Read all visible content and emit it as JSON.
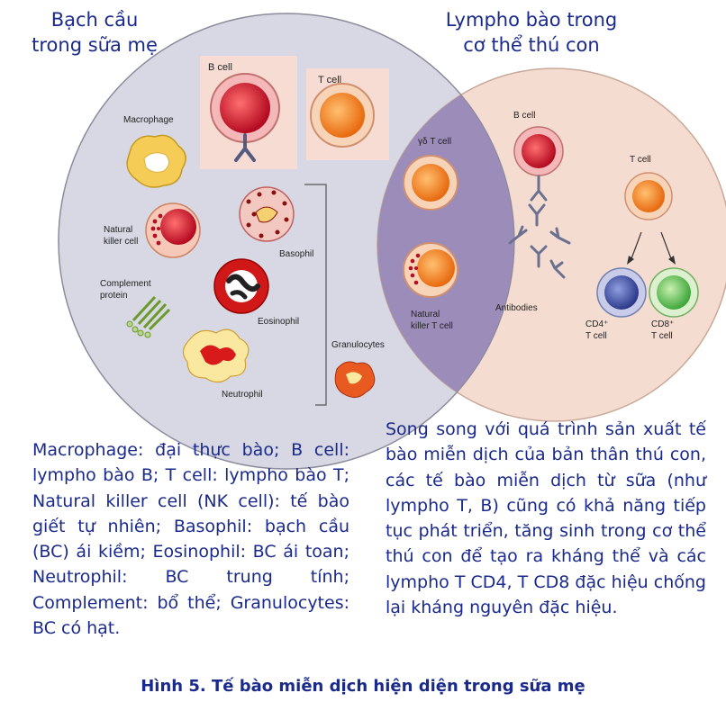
{
  "left_title": "Bạch cầu\ntrong sữa mẹ",
  "right_title": "Lympho bào trong\ncơ thể thú con",
  "left_cells": {
    "b_cell": "B cell",
    "t_cell": "T cell",
    "macrophage": "Macrophage",
    "nk_cell": "Natural\nkiller cell",
    "basophil": "Basophil",
    "complement": "Complement\nprotein",
    "eosinophil": "Eosinophil",
    "granulocytes": "Granulocytes",
    "neutrophil": "Neutrophil"
  },
  "overlap_cells": {
    "gd_t_cell": "γδ T cell",
    "nk_t_cell": "Natural\nkiller T cell"
  },
  "right_cells": {
    "b_cell": "B cell",
    "t_cell": "T cell",
    "antibodies": "Antibodies",
    "cd4": "CD4⁺\nT cell",
    "cd8": "CD8⁺\nT cell"
  },
  "left_description": "Macrophage: đại thực bào; B cell: lympho bào B; T cell: lympho bào T; Natural killer cell (NK cell): tế bào giết tự nhiên; Basophil: bạch cầu (BC) ái kiềm; Eosinophil: BC ái toan; Neutrophil: BC trung tính; Complement: bổ thể; Granulocytes: BC có hạt.",
  "right_description": "Song song với quá trình sản xuất tế bào miễn dịch của bản thân thú con, các tế bào miễn dịch từ sữa (như lympho T, B) cũng có khả năng tiếp tục phát triển, tăng sinh trong cơ thể thú con để tạo ra kháng thể và các lympho T CD4, T CD8 đặc hiệu chống lại kháng nguyên đặc hiệu.",
  "caption": "Hình 5. Tế bào miễn dịch hiện diện trong sữa mẹ",
  "colors": {
    "left_circle": "#d7d8e3",
    "right_circle": "#f5dcd0",
    "overlap": "#9c8cba",
    "text_blue": "#1a2a8c",
    "b_cell": "#c8102e",
    "t_cell": "#f07c1a",
    "cd4": "#3a4a9c",
    "cd8": "#5bbf4a"
  }
}
